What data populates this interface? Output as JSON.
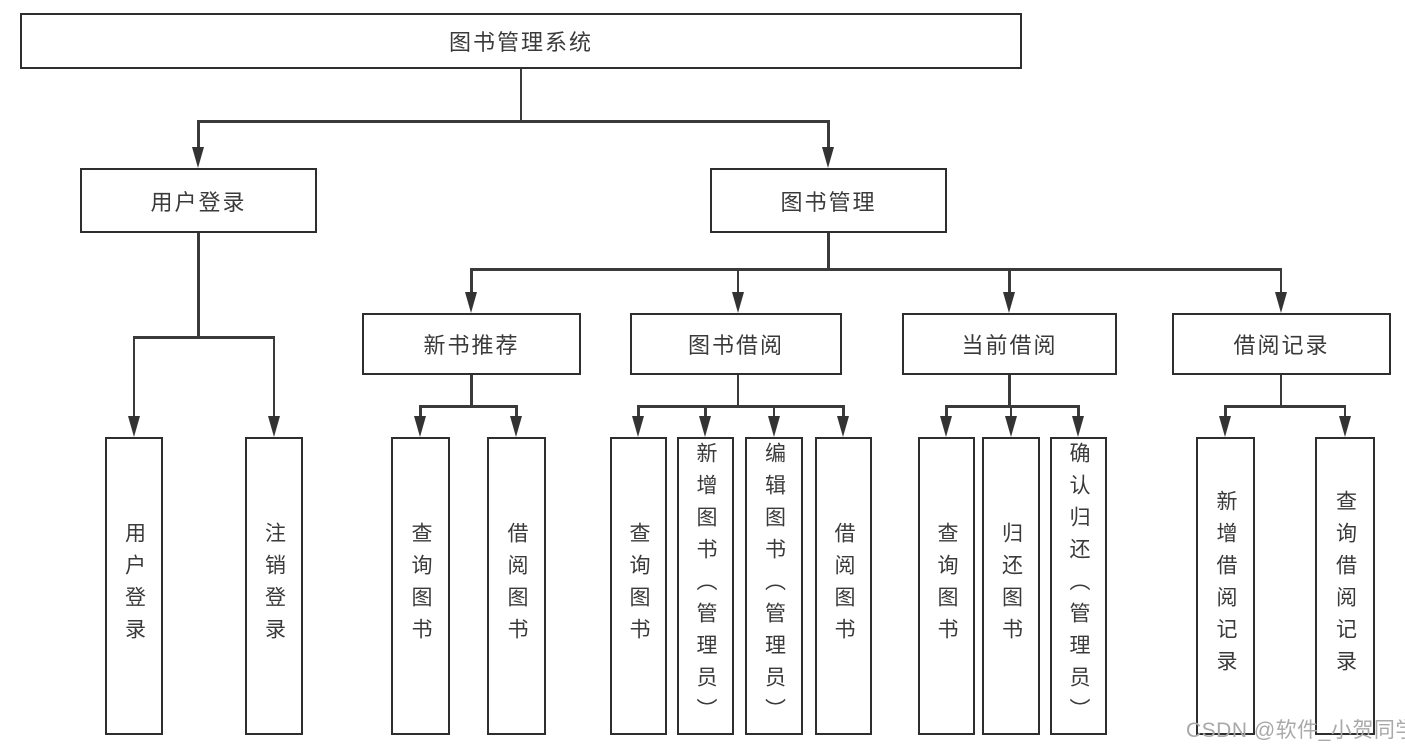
{
  "diagram": {
    "root": {
      "label": "图书管理系统"
    },
    "branches": [
      {
        "label": "用户登录",
        "children": [
          {
            "label": "用户登录"
          },
          {
            "label": "注销登录"
          }
        ]
      },
      {
        "label": "图书管理",
        "children": [
          {
            "label": "新书推荐",
            "children": [
              {
                "label": "查询图书"
              },
              {
                "label": "借阅图书"
              }
            ]
          },
          {
            "label": "图书借阅",
            "children": [
              {
                "label": "查询图书"
              },
              {
                "label": "新增图书（管理员）"
              },
              {
                "label": "编辑图书（管理员）"
              },
              {
                "label": "借阅图书"
              }
            ]
          },
          {
            "label": "当前借阅",
            "children": [
              {
                "label": "查询图书"
              },
              {
                "label": "归还图书"
              },
              {
                "label": "确认归还（管理员）"
              }
            ]
          },
          {
            "label": "借阅记录",
            "children": [
              {
                "label": "新增借阅记录"
              },
              {
                "label": "查询借阅记录"
              }
            ]
          }
        ]
      }
    ],
    "colors": {
      "line": "#3a3a3a",
      "border": "#2e2e2e",
      "text": "#3a3a3a",
      "background": "#ffffff",
      "watermark": "#a9a9a9"
    }
  },
  "watermark": {
    "text": "CSDN @软件_小贺同学"
  }
}
